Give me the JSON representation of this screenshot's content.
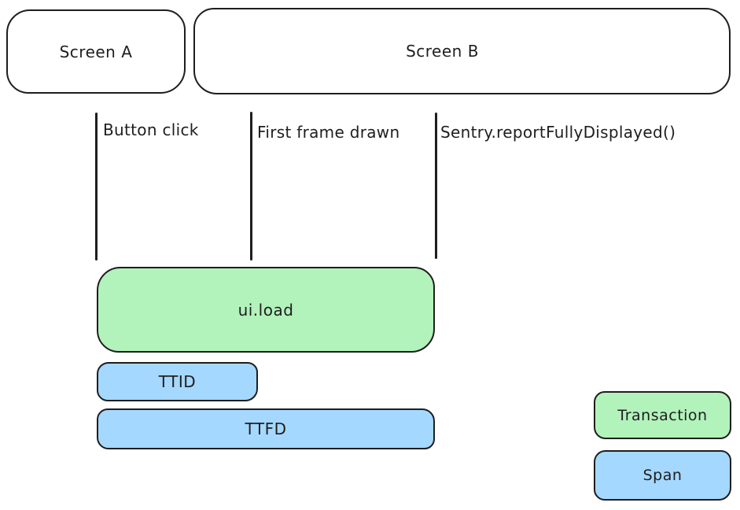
{
  "diagram": {
    "title_hint": "screen load transaction timing diagram",
    "screens": [
      {
        "label": "Screen A"
      },
      {
        "label": "Screen B"
      }
    ],
    "markers": [
      {
        "label": "Button click"
      },
      {
        "label": "First frame drawn"
      },
      {
        "label": "Sentry.reportFullyDisplayed()"
      }
    ],
    "bars": [
      {
        "label": "ui.load",
        "kind": "transaction"
      },
      {
        "label": "TTID",
        "kind": "span"
      },
      {
        "label": "TTFD",
        "kind": "span"
      }
    ],
    "legend": [
      {
        "label": "Transaction",
        "fill": "#b2f2bb"
      },
      {
        "label": "Span",
        "fill": "#a5d8ff"
      }
    ],
    "colors": {
      "transaction_fill": "#b2f2bb",
      "span_fill": "#a5d8ff",
      "stroke": "#1e1e1e",
      "background": "#ffffff"
    }
  }
}
